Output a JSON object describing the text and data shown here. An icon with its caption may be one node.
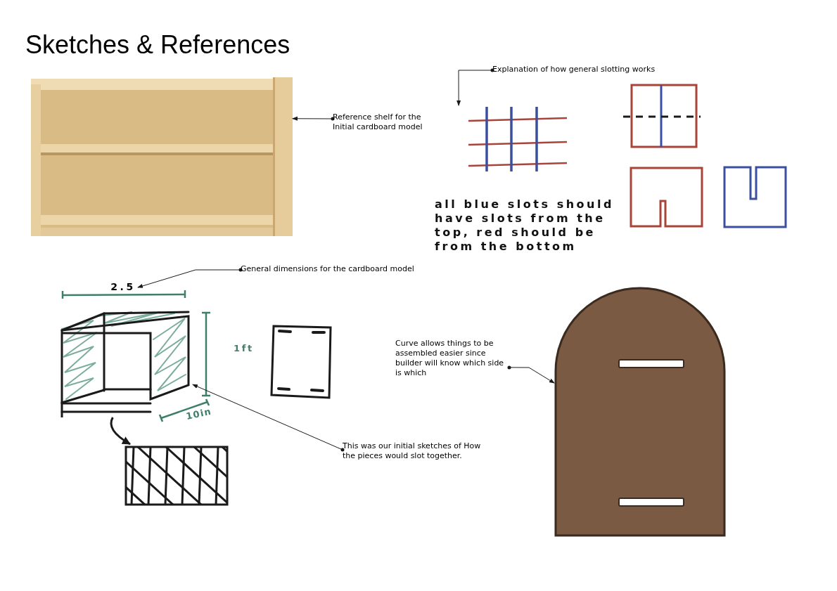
{
  "diagram": {
    "title": "Sketches & References",
    "nodes": [
      {
        "text": [],
        "shape": "picture"
      },
      {
        "text": [
          "Reference shelf for the Initial cardboard model"
        ]
      },
      {
        "text": [
          "Explanation of how general slotting works"
        ]
      },
      {
        "text": [],
        "shape": "picture"
      },
      {
        "text": [
          "General dimensions for the cardboard model"
        ]
      },
      {
        "text": [
          "2.5"
        ]
      },
      {
        "text": [],
        "shape": "picture"
      },
      {
        "text": [],
        "shape": "picture"
      },
      {
        "text": [
          "This was our initial sketches of How the pieces would slot together."
        ]
      },
      {
        "text": [
          "Curve allows things to be assembled easier since builder will know which side is which"
        ]
      },
      {
        "text": [],
        "shape": "picture"
      }
    ],
    "edges": [
      {
        "from": 1,
        "to": 0,
        "arrow": "to"
      },
      {
        "from": 2,
        "to": 3,
        "arrow": "to"
      },
      {
        "from": 4,
        "to": 5,
        "arrow": "to"
      },
      {
        "from": 6,
        "to": 7,
        "arrow": "to",
        "style": "thick"
      },
      {
        "from": 8,
        "to": 6,
        "arrow": "to"
      },
      {
        "from": 9,
        "to": 10,
        "arrow": "to"
      }
    ],
    "labels": [
      "all blue slots should have slots from the top, red should be from the bottom",
      "1ft",
      "10in"
    ]
  }
}
